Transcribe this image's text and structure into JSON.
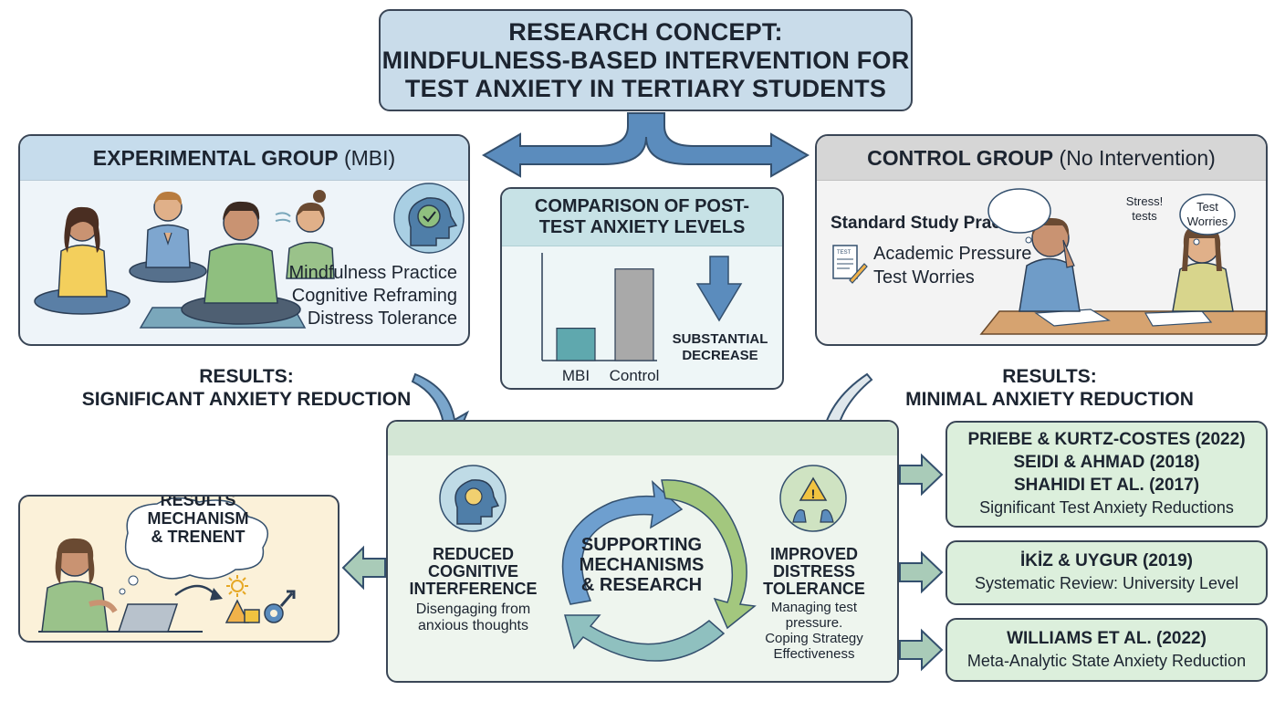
{
  "title": {
    "line1": "RESEARCH CONCEPT:",
    "line2": "MINDFULNESS-BASED INTERVENTION FOR",
    "line3": "TEST ANXIETY IN TERTIARY STUDENTS"
  },
  "experimental": {
    "heading_bold": "EXPERIMENTAL GROUP",
    "heading_rest": " (MBI)",
    "items": [
      "Mindfulness Practice",
      "Cognitive Reframing",
      "Distress Tolerance"
    ]
  },
  "control": {
    "heading_bold": "CONTROL GROUP",
    "heading_rest": " (No Intervention)",
    "subheading": "Standard Study Practice",
    "items": [
      "Academic Pressure",
      "Test Worries"
    ],
    "bubble1": [
      "Stress!",
      "tests"
    ],
    "bubble2": [
      "Test",
      "Worries"
    ],
    "doc_label": "TEST"
  },
  "comparison": {
    "title_line1": "COMPARISON OF POST-",
    "title_line2": "TEST ANXIETY LEVELS",
    "note_line1": "SUBSTANTIAL",
    "note_line2": "DECREASE",
    "colors": {
      "mbi": "#5fa8ae",
      "control": "#a9a9a9"
    }
  },
  "chart_data": {
    "type": "bar",
    "categories": [
      "MBI",
      "Control"
    ],
    "values": [
      30,
      85
    ],
    "title": "COMPARISON OF POST-TEST ANXIETY LEVELS",
    "xlabel": "",
    "ylabel": "",
    "ylim": [
      0,
      100
    ],
    "grid": false
  },
  "results_left": {
    "line1": "RESULTS:",
    "line2": "SIGNIFICANT ANXIETY REDUCTION"
  },
  "results_right": {
    "line1": "RESULTS:",
    "line2": "MINIMAL ANXIETY REDUCTION"
  },
  "mechanisms": {
    "center_line1": "SUPPORTING",
    "center_line2": "MECHANISMS",
    "center_line3": "& RESEARCH",
    "left_title": [
      "REDUCED",
      "COGNITIVE",
      "INTERFERENCE"
    ],
    "left_desc": [
      "Disengaging from",
      "anxious thoughts"
    ],
    "right_title": [
      "IMPROVED",
      "DISTRESS",
      "TOLERANCE"
    ],
    "right_desc": [
      "Managing test",
      "pressure.",
      "Coping Strategy",
      "Effectiveness"
    ]
  },
  "results_mechanism": {
    "bubble": [
      "RESULTS",
      "MECHANISM",
      "& TRENENT"
    ]
  },
  "references": [
    {
      "lines": [
        "PRIEBE & KURTZ-COSTES (2022)",
        "SEIDI & AHMAD (2018)",
        "SHAHIDI ET AL. (2017)"
      ],
      "desc": "Significant Test Anxiety Reductions"
    },
    {
      "lines": [
        "İKİZ & UYGUR (2019)"
      ],
      "desc": "Systematic Review: University Level"
    },
    {
      "lines": [
        "WILLIAMS ET AL. (2022)"
      ],
      "desc": "Meta-Analytic State Anxiety Reduction"
    }
  ]
}
